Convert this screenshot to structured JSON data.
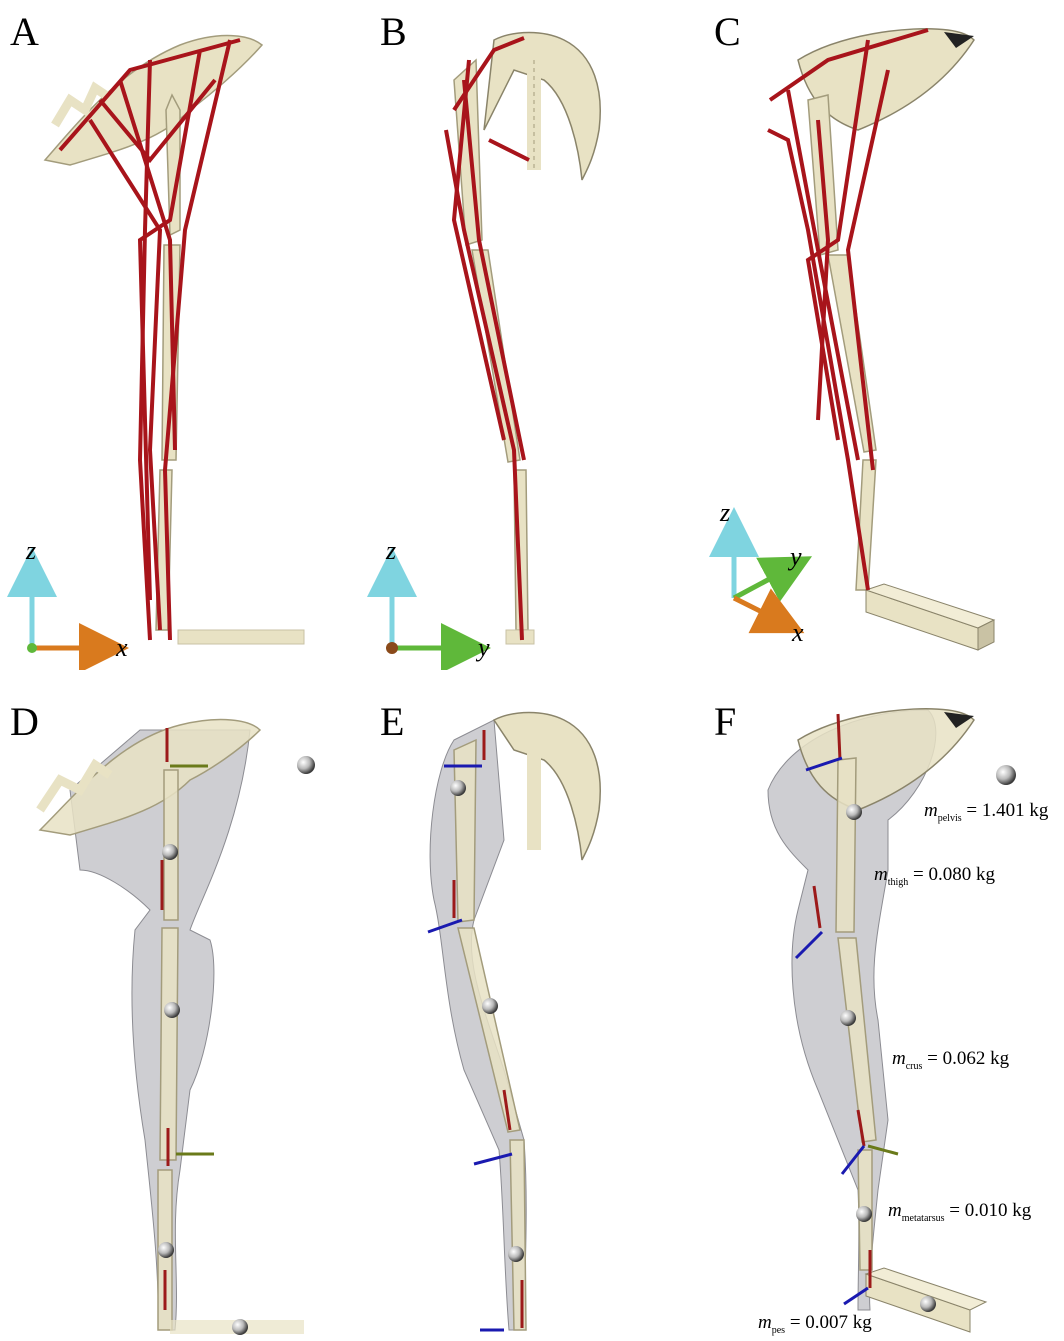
{
  "panels": [
    {
      "id": "A",
      "label": "A",
      "axes": [
        "z",
        "x"
      ]
    },
    {
      "id": "B",
      "label": "B",
      "axes": [
        "z",
        "y"
      ]
    },
    {
      "id": "C",
      "label": "C",
      "axes": [
        "z",
        "y",
        "x"
      ]
    },
    {
      "id": "D",
      "label": "D"
    },
    {
      "id": "E",
      "label": "E"
    },
    {
      "id": "F",
      "label": "F"
    }
  ],
  "masses": [
    {
      "symbol": "m",
      "sub": "pelvis",
      "value": "= 1.401 kg"
    },
    {
      "symbol": "m",
      "sub": "thigh",
      "value": "= 0.080 kg"
    },
    {
      "symbol": "m",
      "sub": "crus",
      "value": "= 0.062 kg"
    },
    {
      "symbol": "m",
      "sub": "metatarsus",
      "value": "= 0.010 kg"
    },
    {
      "symbol": "m",
      "sub": "pes",
      "value": "= 0.007 kg"
    }
  ],
  "colors": {
    "bone": "#e8e2c4",
    "bone_edge": "#a39c7c",
    "muscle": "#a8141b",
    "soft_tissue": "#b9b9bf",
    "axis_z": "#7fd4e0",
    "axis_x": "#d97a1e",
    "axis_y": "#5fb83a",
    "frame_blue": "#1a1ab0",
    "frame_red": "#9c1a1a",
    "frame_green": "#6a7a1a"
  }
}
